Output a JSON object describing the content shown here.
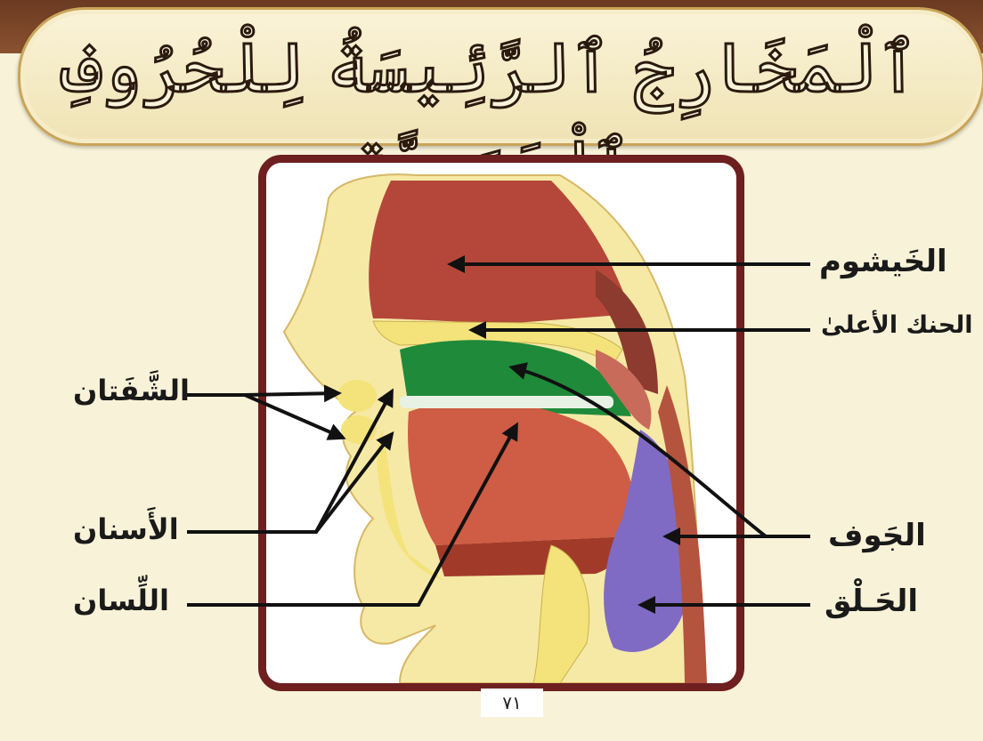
{
  "title": "ٱلْمَخَارِجُ ٱلرَّئِيسَةُ لِلْحُرُوفِ ٱلْعَرَبِيَّةِ",
  "labels": {
    "khayshum": "الخَيشوم",
    "upper_palate": "الحنك الأعلىٰ",
    "jawf": "الجَوف",
    "halq": "الحَـلْق",
    "shafatan": "الشَّفَتان",
    "asnan": "الأَسنان",
    "lisan": "اللِّسان"
  },
  "page_number": "٧١",
  "colors": {
    "frame": "#6e1f1f",
    "nasal_cavity": "#b5473a",
    "palate": "#1f8a3a",
    "tongue": "#cf5c44",
    "throat": "#7f6bc4",
    "bone": "#f3e37a",
    "skin": "#f6e9a6",
    "background": "#f8f2d8"
  }
}
